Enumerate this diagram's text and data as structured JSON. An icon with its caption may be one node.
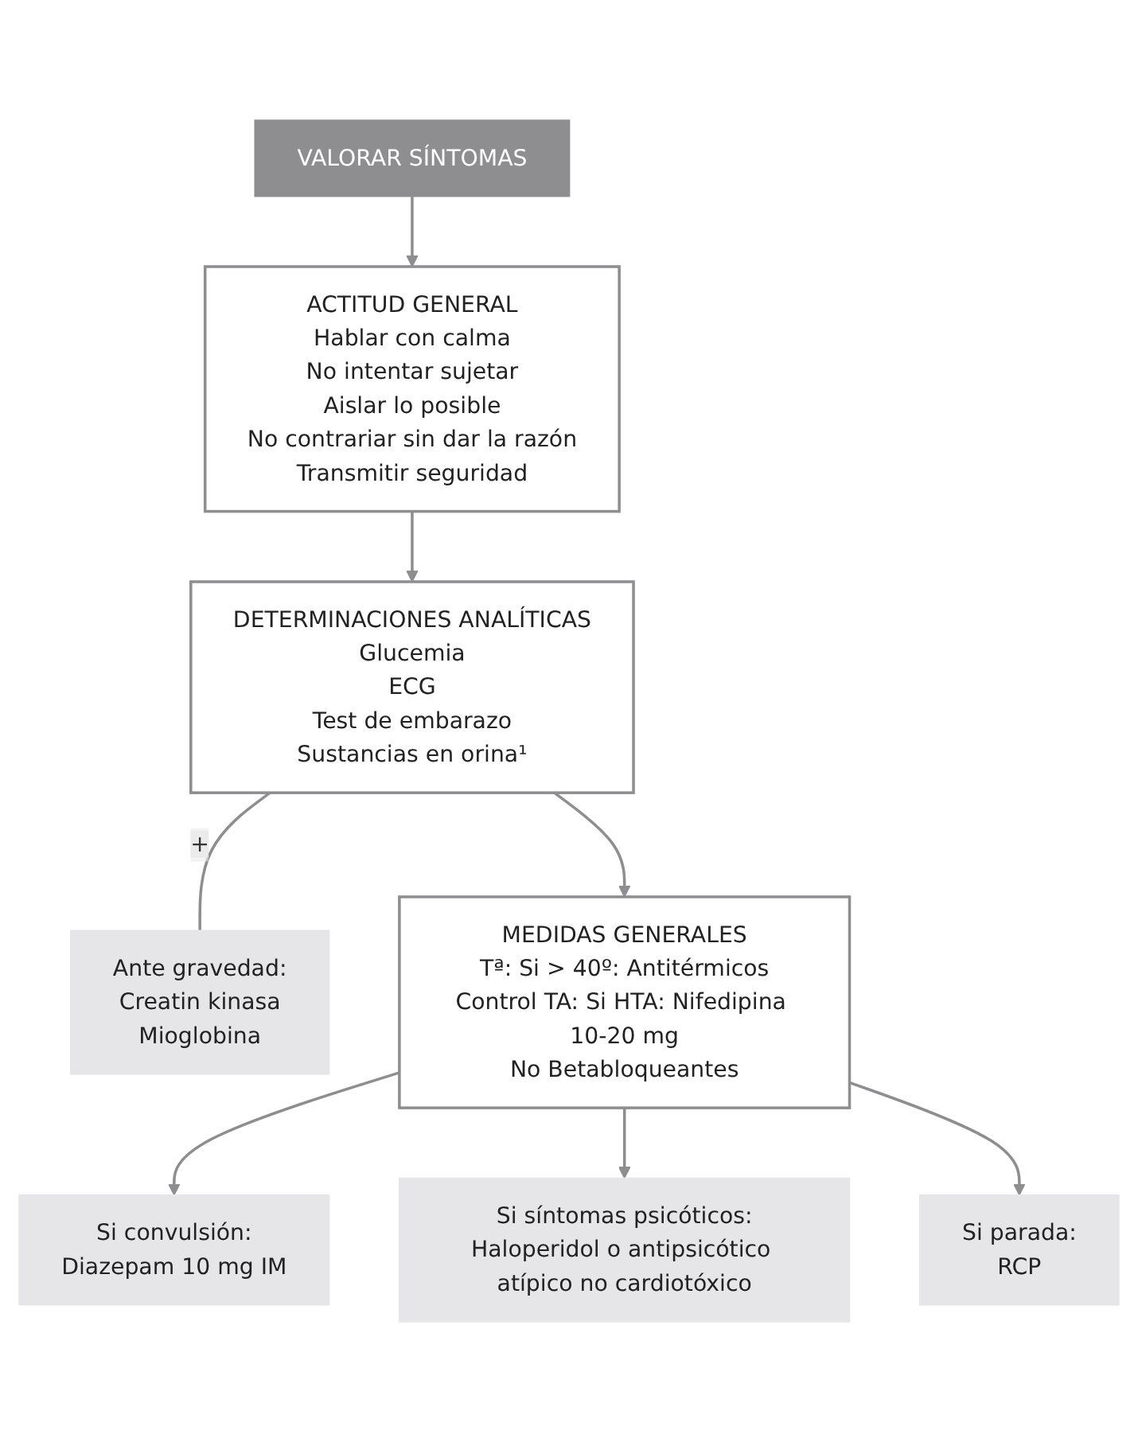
{
  "diagram": {
    "nodes": [
      {
        "text": [
          "VALORAR SÍNTOMAS"
        ]
      },
      {
        "text": [
          "ACTITUD GENERAL",
          "Hablar con calma",
          "No intentar sujetar",
          "Aislar lo posible",
          "No contrariar sin dar la razón",
          "Transmitir seguridad"
        ]
      },
      {
        "text": [
          "DETERMINACIONES ANALÍTICAS",
          "Glucemia",
          "ECG",
          "Test de embarazo",
          "Sustancias en orina¹"
        ]
      },
      {
        "text": [
          "Ante gravedad:",
          "Creatin kinasa",
          "Mioglobina"
        ]
      },
      {
        "text": [
          "MEDIDAS GENERALES",
          "Tª: Si > 40º: Antitérmicos",
          "Control TA: Si HTA: Nifedipina 10-20 mg",
          "No Betabloqueantes"
        ]
      },
      {
        "text": [
          "Si convulsión:",
          "Diazepam 10 mg IM"
        ]
      },
      {
        "text": [
          "Si síntomas psicóticos:",
          "Haloperidol o antipsicótico atípico no cardiotóxico"
        ]
      },
      {
        "text": [
          "Si parada:",
          "RCP"
        ]
      }
    ],
    "edges": [
      {
        "from": 0,
        "to": 1,
        "arrow": "to"
      },
      {
        "from": 1,
        "to": 2,
        "arrow": "to"
      },
      {
        "from": 2,
        "to": 3,
        "arrow": "none",
        "label": "+"
      },
      {
        "from": 2,
        "to": 4,
        "arrow": "to"
      },
      {
        "from": 4,
        "to": 5,
        "arrow": "to"
      },
      {
        "from": 4,
        "to": 6,
        "arrow": "to"
      },
      {
        "from": 4,
        "to": 7,
        "arrow": "to"
      }
    ]
  }
}
